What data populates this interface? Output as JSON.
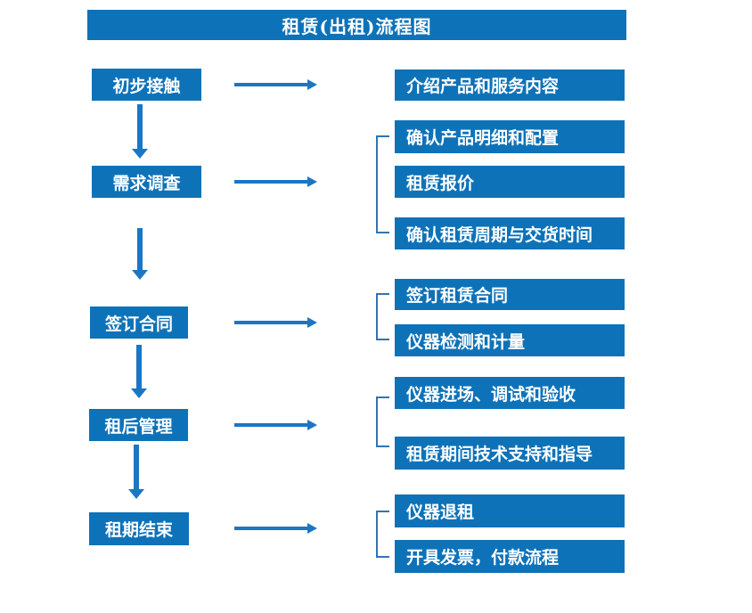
{
  "title": "租赁(出租)流程图",
  "colors": {
    "primary": "#0e72b8",
    "arrow": "#1b76c3",
    "bracket": "#2e75b6",
    "box-text": "#ffffff",
    "background": "#ffffff"
  },
  "stages": [
    {
      "label": "初步接触",
      "details": [
        "介绍产品和服务内容"
      ]
    },
    {
      "label": "需求调查",
      "details": [
        "确认产品明细和配置",
        "租赁报价",
        "确认租赁周期与交货时间"
      ]
    },
    {
      "label": "签订合同",
      "details": [
        "签订租赁合同",
        "仪器检测和计量"
      ]
    },
    {
      "label": "租后管理",
      "details": [
        "仪器进场、调试和验收",
        "租赁期间技术支持和指导"
      ]
    },
    {
      "label": "租期结束",
      "details": [
        "仪器退租",
        "开具发票，付款流程"
      ]
    }
  ]
}
